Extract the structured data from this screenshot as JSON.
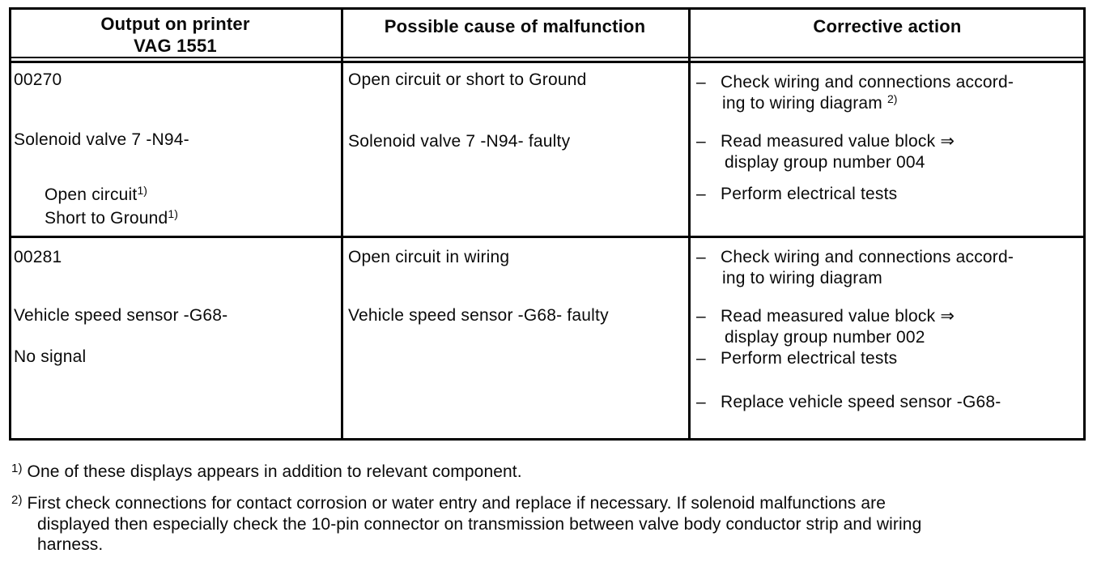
{
  "table": {
    "headers": {
      "col1_line1": "Output on printer",
      "col1_line2": "VAG 1551",
      "col2": "Possible cause of malfunction",
      "col3": "Corrective action"
    },
    "dash": "–",
    "rows": [
      {
        "output": {
          "code": "00270",
          "component": "Solenoid valve 7 -N94-",
          "displays": [
            {
              "text": "Open circuit",
              "sup": "1)"
            },
            {
              "text": "Short to Ground",
              "sup": "1)"
            }
          ]
        },
        "causes": [
          "Open circuit or short to Ground",
          "Solenoid valve 7 -N94- faulty"
        ],
        "actions": [
          {
            "line1": "Check wiring and connections accord-",
            "line2": "ing to wiring diagram",
            "sup": "2)"
          },
          {
            "line1": "Read measured value block ⇒",
            "line2": "display group number 004"
          },
          {
            "line1": "Perform electrical tests"
          }
        ]
      },
      {
        "output": {
          "code": "00281",
          "component": "Vehicle speed sensor -G68-",
          "signal": "No signal"
        },
        "causes": [
          "Open circuit in wiring",
          "Vehicle speed sensor -G68- faulty"
        ],
        "actions": [
          {
            "line1": "Check wiring and connections accord-",
            "line2": "ing to wiring diagram"
          },
          {
            "line1": "Read measured value block ⇒",
            "line2": "display group number 002"
          },
          {
            "line1": "Perform electrical tests"
          },
          {
            "line1": "Replace vehicle speed sensor -G68-"
          }
        ]
      }
    ]
  },
  "footnotes": [
    {
      "marker": "1)",
      "lines": [
        "One of these displays appears in addition to relevant component."
      ]
    },
    {
      "marker": "2)",
      "lines": [
        "First check connections for contact corrosion or water entry and replace if necessary. If solenoid malfunctions are",
        "displayed then especially check the 10-pin connector on transmission between valve body conductor strip and wiring",
        "harness."
      ]
    }
  ]
}
